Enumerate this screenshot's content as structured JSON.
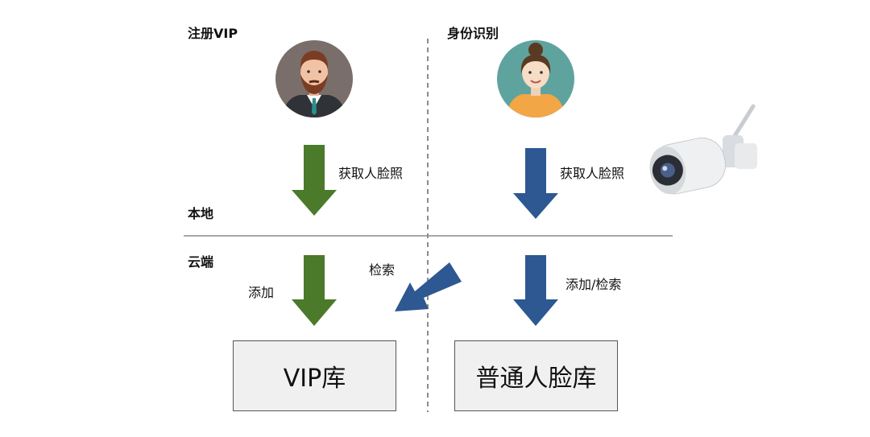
{
  "sections": {
    "left_title": "注册VIP",
    "right_title": "身份识别",
    "local": "本地",
    "cloud": "云端"
  },
  "labels": {
    "get_face_left": "获取人脸照",
    "get_face_right": "获取人脸照",
    "add": "添加",
    "search": "检索",
    "add_search": "添加/检索"
  },
  "boxes": {
    "vip": "VIP库",
    "normal": "普通人脸库"
  },
  "colors": {
    "green_arrow": "#4a7a2a",
    "blue_arrow": "#2d5891",
    "divider": "#8a8a8a"
  },
  "icons": {
    "man": "man-avatar-icon",
    "woman": "woman-avatar-icon",
    "camera": "security-camera-icon"
  }
}
